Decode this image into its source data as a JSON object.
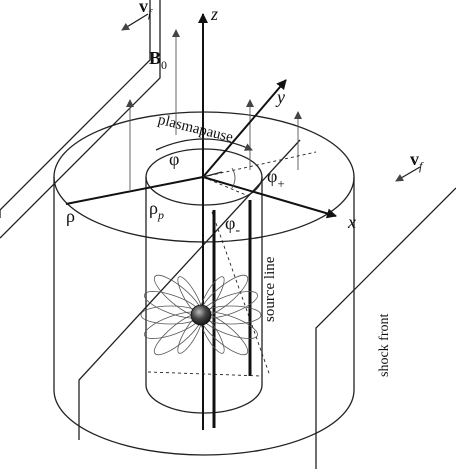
{
  "labels": {
    "vf_top": "v",
    "vf_top_sub": "f",
    "z_axis": "z",
    "b0": "B",
    "b0_sub": "0",
    "y_axis": "y",
    "plasmapause": "plasmapause",
    "phi": "φ",
    "phi_plus": "φ",
    "phi_plus_sub": "+",
    "vf_right": "v",
    "vf_right_sub": "f",
    "rho": "ρ",
    "rho_p": "ρ",
    "rho_p_sub": "p",
    "phi_minus": "φ",
    "phi_minus_sub": "-",
    "x_axis": "x",
    "source_line": "source line",
    "shock_front": "shock front"
  }
}
